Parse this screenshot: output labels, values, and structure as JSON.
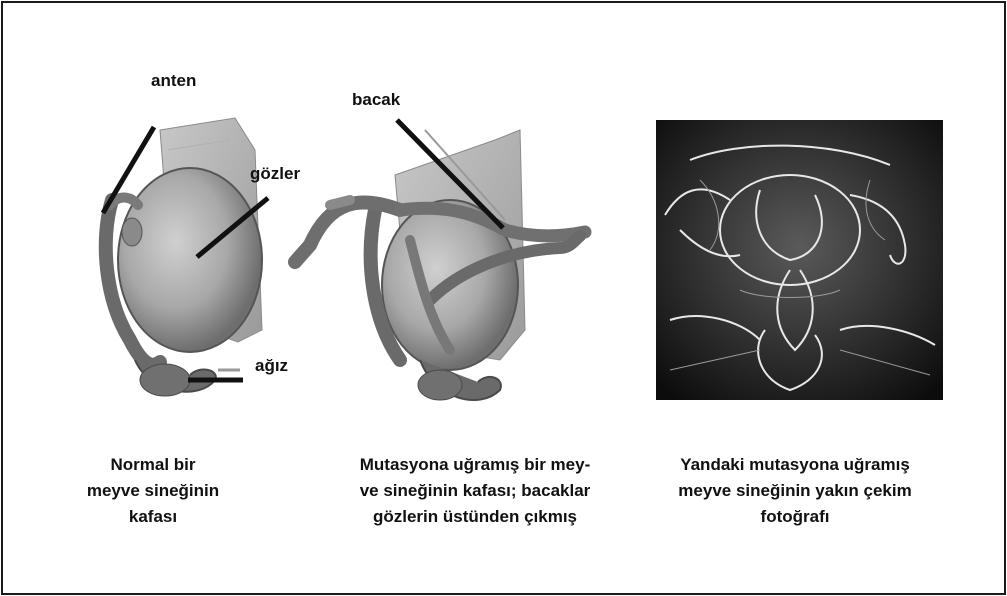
{
  "labels": {
    "antenna": "anten",
    "eyes": "gözler",
    "mouth": "ağız",
    "leg": "bacak"
  },
  "captions": {
    "normal": "Normal bir\nmeyve sineğinin\nkafası",
    "mutant": "Mutasyona uğramış bir mey-\nve sineğinin kafası; bacaklar\ngözlerin üstünden çıkmış",
    "photo": "Yandaki mutasyona uğramış\nmeyve sineğinin yakın çekim\nfotoğrafı"
  }
}
